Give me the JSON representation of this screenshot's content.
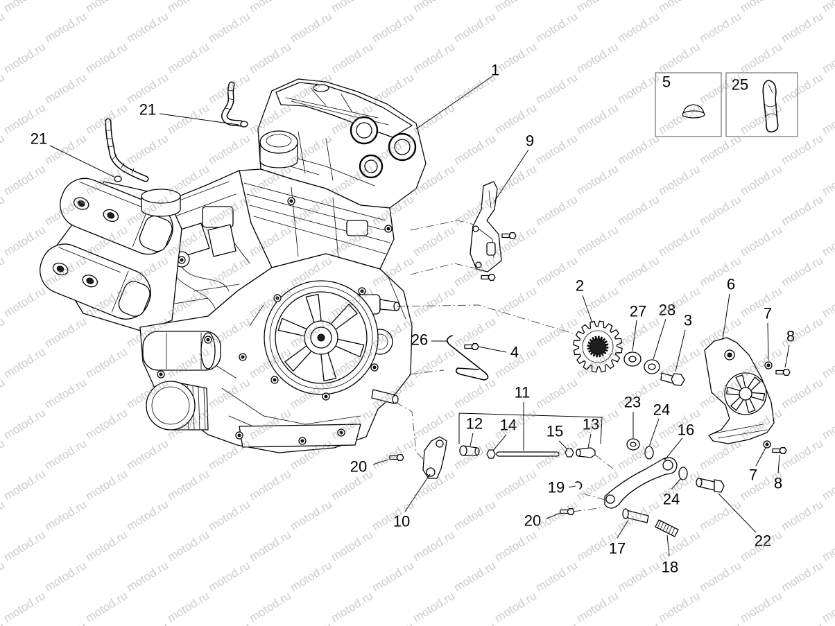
{
  "watermark": "motod.ru",
  "colors": {
    "line": "#000000",
    "background": "#ffffff",
    "watermark": "#9a9a9a"
  },
  "callouts": [
    {
      "label": "1"
    },
    {
      "label": "21"
    },
    {
      "label": "21"
    },
    {
      "label": "5"
    },
    {
      "label": "25"
    },
    {
      "label": "9"
    },
    {
      "label": "2"
    },
    {
      "label": "6"
    },
    {
      "label": "27"
    },
    {
      "label": "28"
    },
    {
      "label": "3"
    },
    {
      "label": "7"
    },
    {
      "label": "8"
    },
    {
      "label": "26"
    },
    {
      "label": "4"
    },
    {
      "label": "11"
    },
    {
      "label": "23"
    },
    {
      "label": "24"
    },
    {
      "label": "16"
    },
    {
      "label": "12"
    },
    {
      "label": "14"
    },
    {
      "label": "15"
    },
    {
      "label": "13"
    },
    {
      "label": "20"
    },
    {
      "label": "7"
    },
    {
      "label": "8"
    },
    {
      "label": "19"
    },
    {
      "label": "24"
    },
    {
      "label": "10"
    },
    {
      "label": "20"
    },
    {
      "label": "22"
    },
    {
      "label": "17"
    },
    {
      "label": "18"
    }
  ]
}
